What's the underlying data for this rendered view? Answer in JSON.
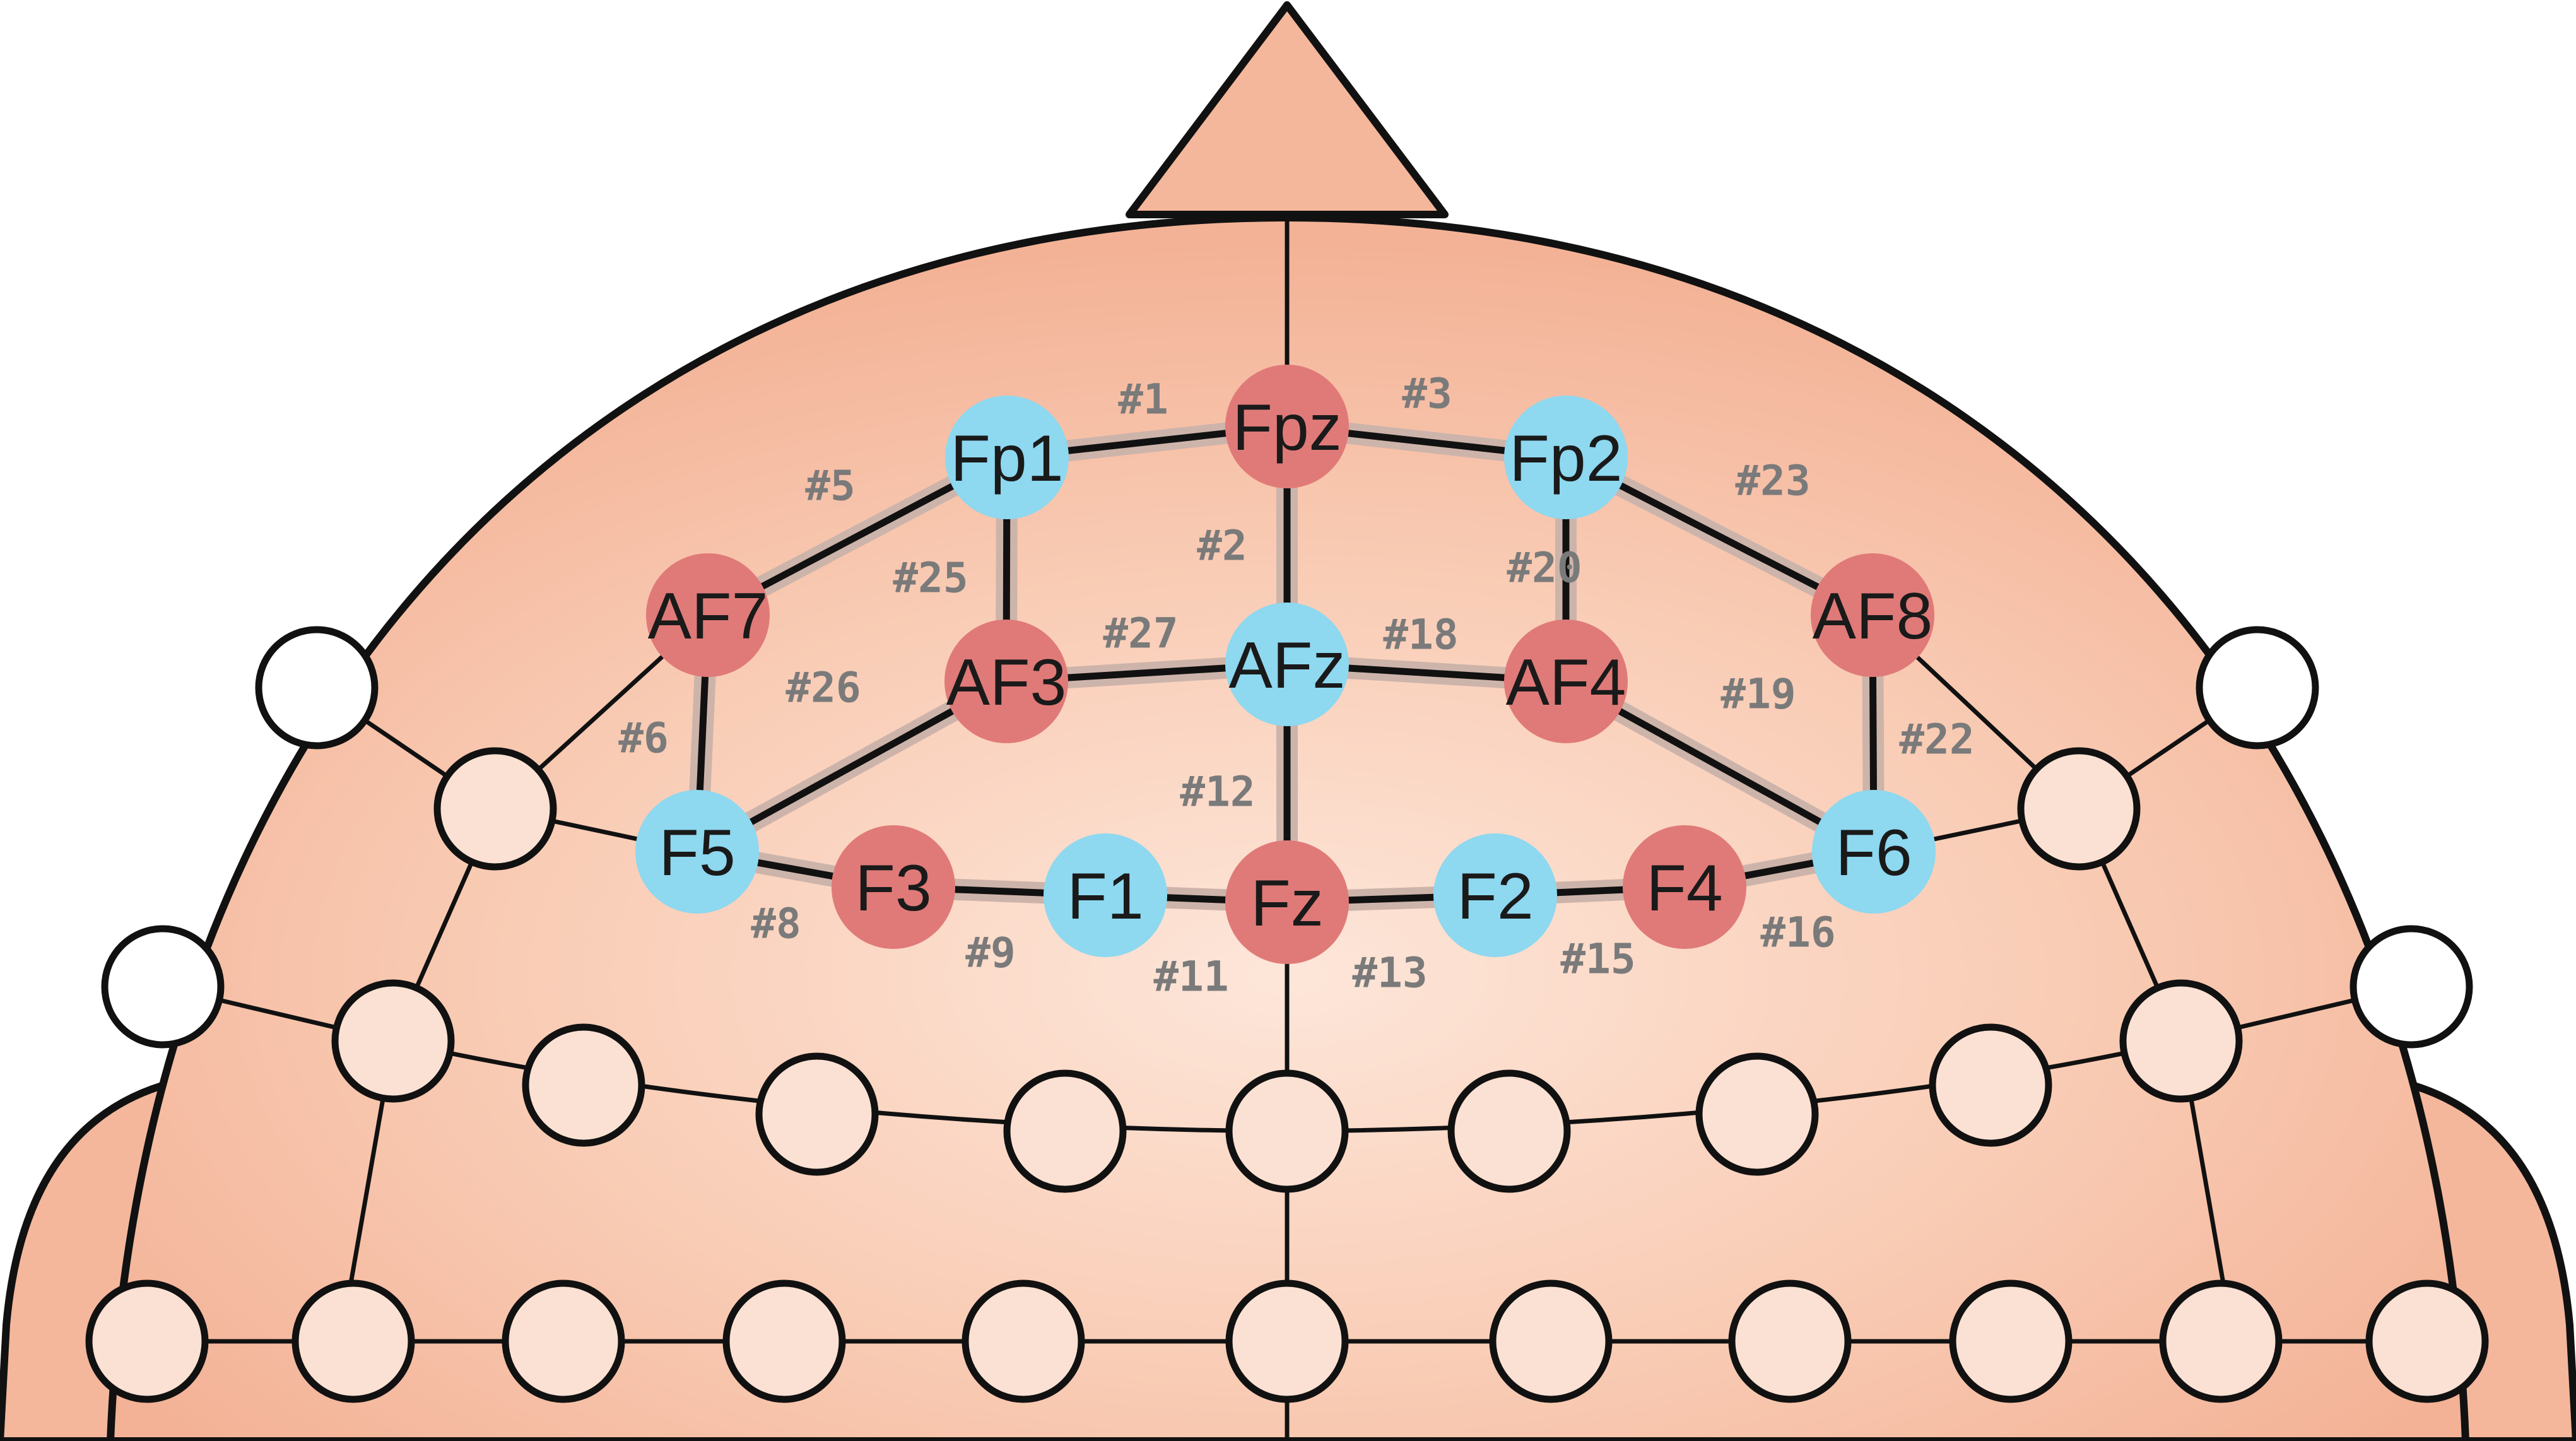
{
  "colors": {
    "skin": "#f4b79c",
    "skin_light": "#fbe1d3",
    "outline": "#111111",
    "source": "#8ed8f0",
    "detector": "#e07a78",
    "empty": "#ffffff",
    "channel_text": "#7a7a7a",
    "channel_band": "#cdb4aa"
  },
  "optodes": [
    {
      "id": "Fp1",
      "label": "Fp1",
      "role": "source"
    },
    {
      "id": "Fpz",
      "label": "Fpz",
      "role": "detector"
    },
    {
      "id": "Fp2",
      "label": "Fp2",
      "role": "source"
    },
    {
      "id": "AF7",
      "label": "AF7",
      "role": "detector"
    },
    {
      "id": "AF3",
      "label": "AF3",
      "role": "detector"
    },
    {
      "id": "AFz",
      "label": "AFz",
      "role": "source"
    },
    {
      "id": "AF4",
      "label": "AF4",
      "role": "detector"
    },
    {
      "id": "AF8",
      "label": "AF8",
      "role": "detector"
    },
    {
      "id": "F5",
      "label": "F5",
      "role": "source"
    },
    {
      "id": "F3",
      "label": "F3",
      "role": "detector"
    },
    {
      "id": "F1",
      "label": "F1",
      "role": "source"
    },
    {
      "id": "Fz",
      "label": "Fz",
      "role": "detector"
    },
    {
      "id": "F2",
      "label": "F2",
      "role": "source"
    },
    {
      "id": "F4",
      "label": "F4",
      "role": "detector"
    },
    {
      "id": "F6",
      "label": "F6",
      "role": "source"
    }
  ],
  "channels": [
    {
      "label": "#1",
      "a": "Fp1",
      "b": "Fpz"
    },
    {
      "label": "#2",
      "a": "Fpz",
      "b": "AFz"
    },
    {
      "label": "#3",
      "a": "Fpz",
      "b": "Fp2"
    },
    {
      "label": "#5",
      "a": "Fp1",
      "b": "AF7"
    },
    {
      "label": "#6",
      "a": "AF7",
      "b": "F5"
    },
    {
      "label": "#8",
      "a": "F5",
      "b": "F3"
    },
    {
      "label": "#9",
      "a": "F3",
      "b": "F1"
    },
    {
      "label": "#11",
      "a": "F1",
      "b": "Fz"
    },
    {
      "label": "#12",
      "a": "AFz",
      "b": "Fz"
    },
    {
      "label": "#13",
      "a": "Fz",
      "b": "F2"
    },
    {
      "label": "#15",
      "a": "F2",
      "b": "F4"
    },
    {
      "label": "#16",
      "a": "F4",
      "b": "F6"
    },
    {
      "label": "#18",
      "a": "AFz",
      "b": "AF4"
    },
    {
      "label": "#19",
      "a": "AF4",
      "b": "F6"
    },
    {
      "label": "#20",
      "a": "Fp2",
      "b": "AF4"
    },
    {
      "label": "#22",
      "a": "AF8",
      "b": "F6"
    },
    {
      "label": "#23",
      "a": "Fp2",
      "b": "AF8"
    },
    {
      "label": "#25",
      "a": "Fp1",
      "b": "AF3"
    },
    {
      "label": "#26",
      "a": "AF3",
      "b": "F5"
    },
    {
      "label": "#27",
      "a": "AF3",
      "b": "AFz"
    }
  ]
}
